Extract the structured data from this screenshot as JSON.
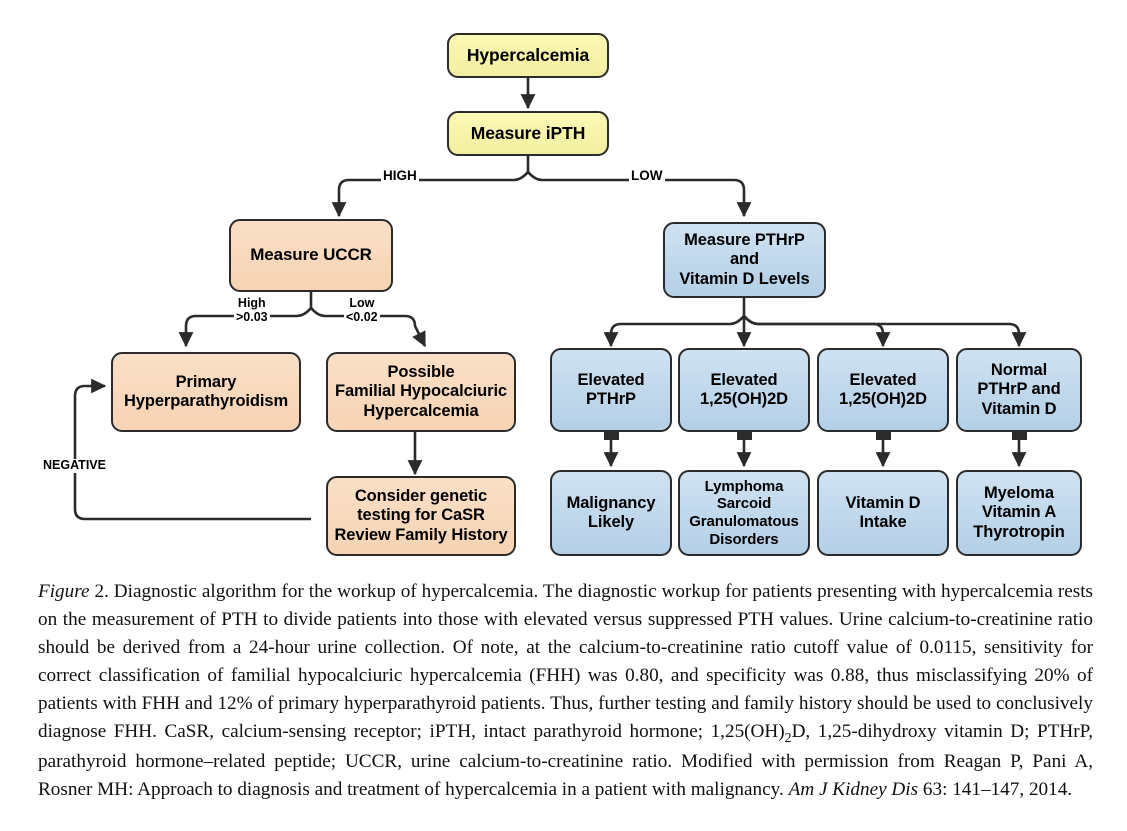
{
  "figure": {
    "nodes": {
      "hypercalcemia": "Hypercalcemia",
      "measure_ipth": "Measure iPTH",
      "measure_uccr": "Measure UCCR",
      "measure_pthrp_vitd": "Measure PTHrP and\nVitamin D Levels",
      "primary_hyperparathyroidism": "Primary\nHyperparathyroidism",
      "possible_fhh": "Possible\nFamilial Hypocalciuric\nHypercalcemia",
      "consider_genetic_testing": "Consider genetic\ntesting for CaSR\nReview Family History",
      "elevated_pthrp": "Elevated\nPTHrP",
      "elevated_125ohd_a": "Elevated\n1,25(OH)2D",
      "elevated_125ohd_b": "Elevated\n1,25(OH)2D",
      "normal_pthrp_vitd": "Normal\nPTHrP and\nVitamin D",
      "malignancy_likely": "Malignancy\nLikely",
      "lymphoma_sarcoid": "Lymphoma\nSarcoid\nGranulomatous\nDisorders",
      "vitamin_d_intake": "Vitamin D\nIntake",
      "myeloma_vitamina_thyrotropin": "Myeloma\nVitamin A\nThyrotropin"
    },
    "edge_labels": {
      "high": "HIGH",
      "low": "LOW",
      "uccr_high": "High\n>0.03",
      "uccr_low": "Low\n<0.02",
      "negative": "NEGATIVE"
    },
    "colors": {
      "yellow_fill": "#f6f3a6",
      "peach_fill": "#f8d8bd",
      "blue_fill": "#bfd8ea",
      "stroke": "#2b2b2b",
      "page_background": "#ffffff"
    }
  },
  "caption": {
    "figure_label": "Figure",
    "figure_number": "2.",
    "body_1": " Diagnostic algorithm for the workup of hypercalcemia. The diagnostic workup for patients presenting with hypercalcemia rests on the measurement of PTH to divide patients into those with elevated versus suppressed PTH values. Urine calcium-to-creatinine ratio should be derived from a 24-hour urine collection. Of note, at the calcium-to-creatinine ratio cutoff value of 0.0115, sensitivity for correct classification of familial hypocalciuric hypercalcemia (FHH) was 0.80, and specificity was 0.88, thus misclassifying 20% of patients with FHH and 12% of primary hyperparathyroid patients. Thus, further testing and family history should be used to conclusively diagnose FHH. CaSR, calcium-sensing receptor; iPTH, intact parathyroid hormone; 1,25(OH)",
    "sub_2": "2",
    "body_2": "D, 1,25-dihydroxy vitamin D; PTHrP, parathyroid hormone–related peptide; UCCR, urine calcium-to-creatinine ratio. Modified with permission from Reagan P, Pani A, Rosner MH: Approach to diagnosis and treatment of hypercalcemia in a patient with malignancy. ",
    "journal": "Am J Kidney Dis",
    "body_3": " 63: 141–147, 2014."
  }
}
